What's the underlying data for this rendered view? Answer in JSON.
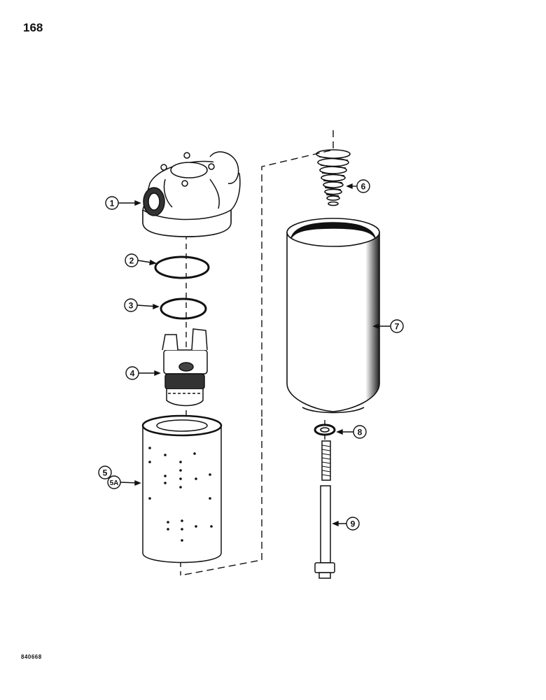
{
  "page": {
    "number": "168",
    "drawing_code": "840668"
  },
  "callouts": [
    {
      "id": "c1",
      "label": "1"
    },
    {
      "id": "c2",
      "label": "2"
    },
    {
      "id": "c3",
      "label": "3"
    },
    {
      "id": "c4",
      "label": "4"
    },
    {
      "id": "c5",
      "label": "5"
    },
    {
      "id": "c5a",
      "label": "5A"
    },
    {
      "id": "c6",
      "label": "6"
    },
    {
      "id": "c7",
      "label": "7"
    },
    {
      "id": "c8",
      "label": "8"
    },
    {
      "id": "c9",
      "label": "9"
    }
  ]
}
